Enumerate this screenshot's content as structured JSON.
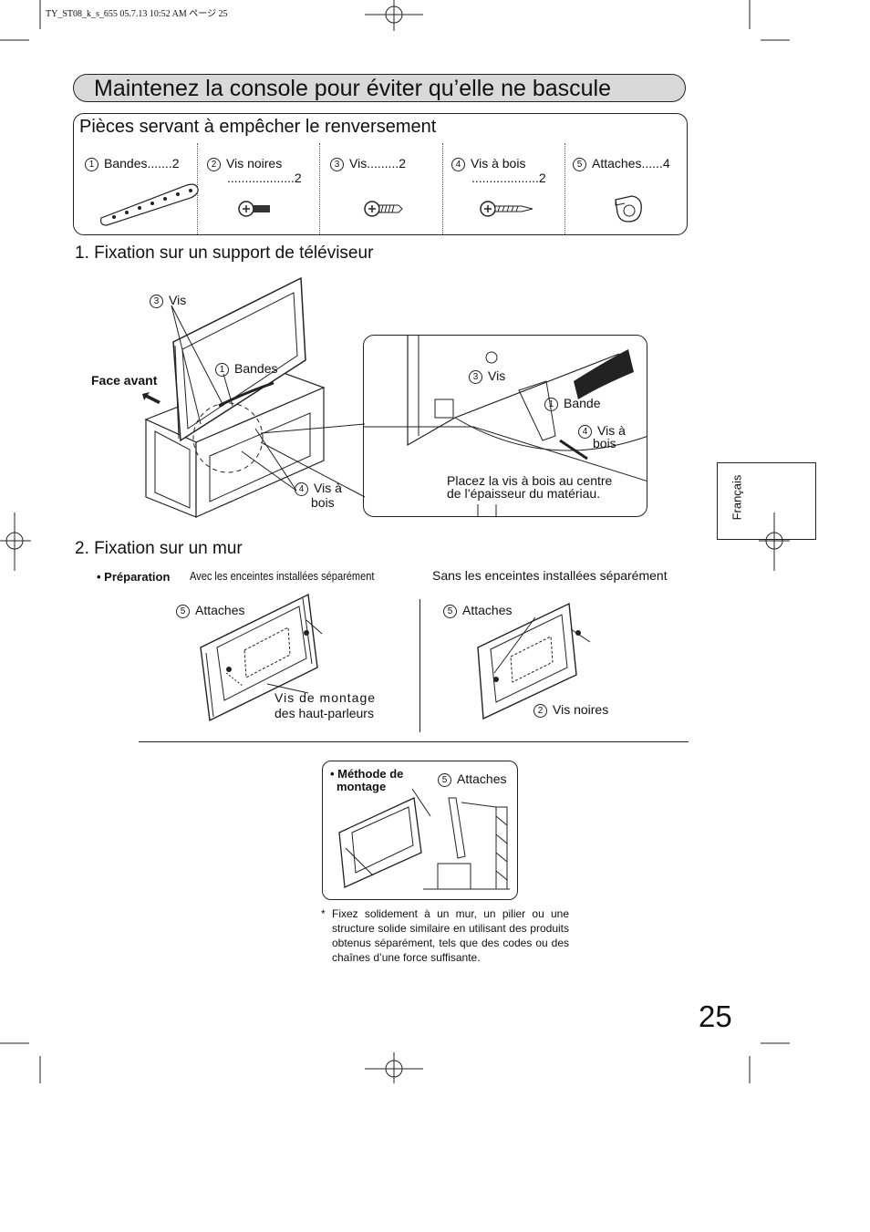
{
  "header_meta": "TY_ST08_k_s_655  05.7.13 10:52 AM    ページ 25",
  "title": "Maintenez la console pour éviter qu’elle ne bascule",
  "parts": {
    "title": "Pièces servant à empêcher le renversement",
    "items": [
      {
        "num": "1",
        "label": "Bandes.......2",
        "qty": "",
        "icon": "strap-icon"
      },
      {
        "num": "2",
        "label": "Vis noires",
        "qty": "...................2",
        "icon": "black-screw-icon"
      },
      {
        "num": "3",
        "label": "Vis.........2",
        "qty": "",
        "icon": "screw-icon"
      },
      {
        "num": "4",
        "label": "Vis à bois",
        "qty": "...................2",
        "icon": "wood-screw-icon"
      },
      {
        "num": "5",
        "label": "Attaches......4",
        "qty": "",
        "icon": "clamp-icon"
      }
    ]
  },
  "section1": {
    "title": "1. Fixation sur un support de téléviseur",
    "labels": {
      "vis_num": "3",
      "vis": "Vis",
      "bandes_num": "1",
      "bandes": "Bandes",
      "face_avant": "Face avant",
      "wood_num": "4",
      "wood_1": "Vis à",
      "wood_2": "bois"
    },
    "detail": {
      "vis_num": "3",
      "vis": "Vis",
      "bande_num": "1",
      "bande": "Bande",
      "wood_num": "4",
      "wood_1": "Vis à",
      "wood_2": "bois",
      "note_1": "Placez la vis à bois au centre",
      "note_2": "de l’épaisseur du matériau."
    }
  },
  "section2": {
    "title": "2. Fixation sur un mur",
    "preparation_label": "Préparation",
    "with_speakers": "Avec les enceintes installées séparément",
    "without_speakers": "Sans les enceintes installées séparément",
    "left": {
      "attaches_num": "5",
      "attaches": "Attaches",
      "screws_1": "Vis de montage",
      "screws_2": "des haut-parleurs"
    },
    "right": {
      "attaches_num": "5",
      "attaches": "Attaches",
      "black_num": "2",
      "black": "Vis noires"
    },
    "method": {
      "title_1": "Méthode de",
      "title_2": "montage",
      "attaches_num": "5",
      "attaches": "Attaches"
    },
    "note_star": "*",
    "note": "Fixez solidement à un mur, un pilier ou une structure solide similaire en utilisant des produits obtenus séparément, tels que des codes ou des chaînes d’une force suffisante."
  },
  "language_tab": "Français",
  "page_number": "25"
}
